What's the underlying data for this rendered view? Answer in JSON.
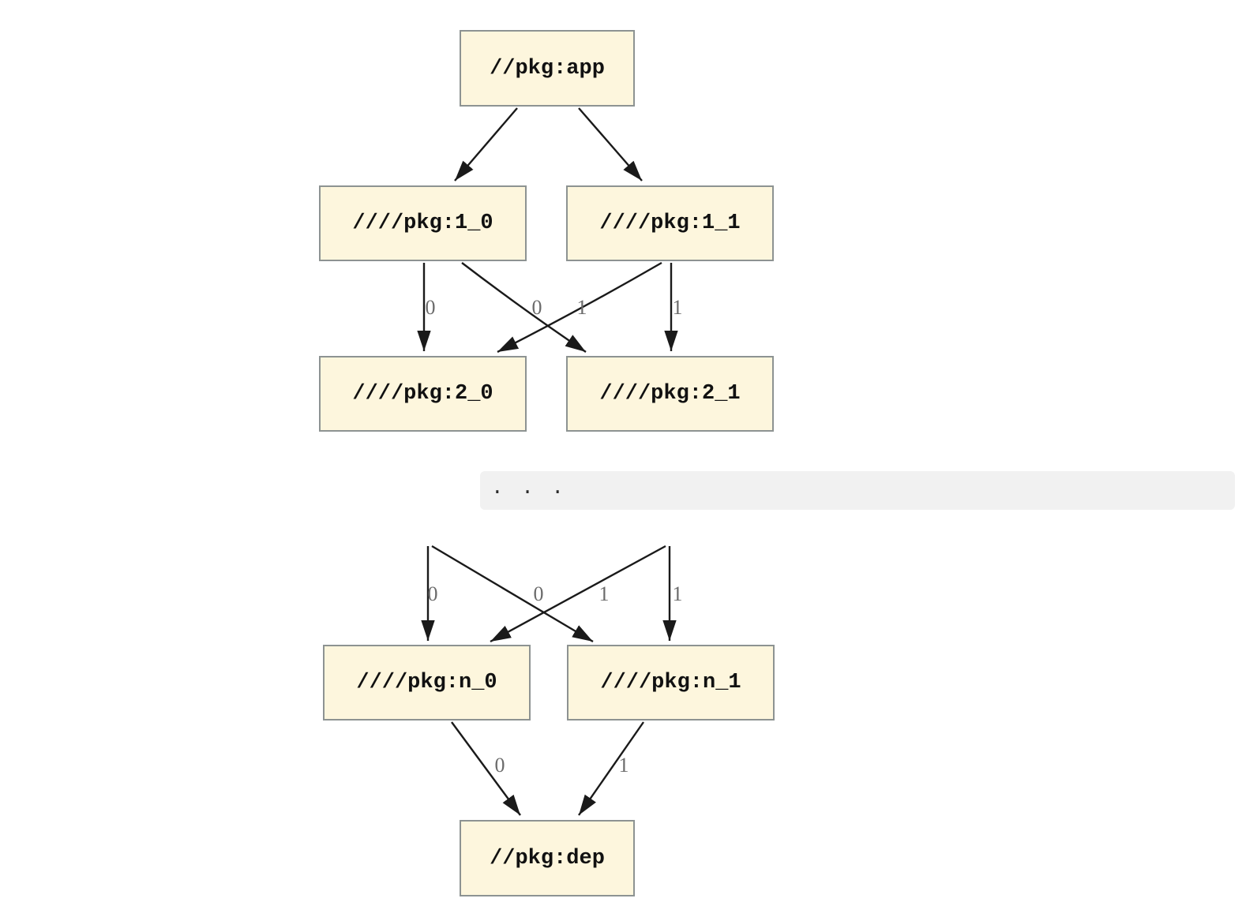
{
  "page": {
    "background": "#ffffff"
  },
  "diagram": {
    "type": "dependency-graph",
    "direction": "top-down",
    "colors": {
      "node_fill": "#fdf6dd",
      "node_border": "#8d9392",
      "node_text": "#111111",
      "edge": "#1a1a1a",
      "edge_label": "#6b6b6b",
      "ellipsis_bar_bg": "#f1f1f1",
      "ellipsis_text": "#2b2b2b"
    },
    "nodes": [
      {
        "id": "app",
        "label": "//pkg:app"
      },
      {
        "id": "1_0",
        "label": "////pkg:1_0"
      },
      {
        "id": "1_1",
        "label": "////pkg:1_1"
      },
      {
        "id": "2_0",
        "label": "////pkg:2_0"
      },
      {
        "id": "2_1",
        "label": "////pkg:2_1"
      },
      {
        "id": "n_0",
        "label": "////pkg:n_0"
      },
      {
        "id": "n_1",
        "label": "////pkg:n_1"
      },
      {
        "id": "dep",
        "label": "//pkg:dep"
      }
    ],
    "ellipsis": ". . .",
    "edges": [
      {
        "from": "//pkg:app",
        "to": "////pkg:1_0",
        "label": ""
      },
      {
        "from": "//pkg:app",
        "to": "////pkg:1_1",
        "label": ""
      },
      {
        "from": "////pkg:1_0",
        "to": "////pkg:2_0",
        "label": "0"
      },
      {
        "from": "////pkg:1_0",
        "to": "////pkg:2_1",
        "label": "1"
      },
      {
        "from": "////pkg:1_1",
        "to": "////pkg:2_0",
        "label": "0"
      },
      {
        "from": "////pkg:1_1",
        "to": "////pkg:2_1",
        "label": "1"
      },
      {
        "from": "...",
        "to": "////pkg:n_0",
        "label": "0"
      },
      {
        "from": "...",
        "to": "////pkg:n_1",
        "label": "1"
      },
      {
        "from": "...",
        "to": "////pkg:n_0",
        "label": "0"
      },
      {
        "from": "...",
        "to": "////pkg:n_1",
        "label": "1"
      },
      {
        "from": "////pkg:n_0",
        "to": "//pkg:dep",
        "label": "0"
      },
      {
        "from": "////pkg:n_1",
        "to": "//pkg:dep",
        "label": "1"
      }
    ],
    "edge_labels": [
      "0",
      "0",
      "1",
      "1",
      "0",
      "0",
      "1",
      "1",
      "0",
      "1"
    ]
  }
}
